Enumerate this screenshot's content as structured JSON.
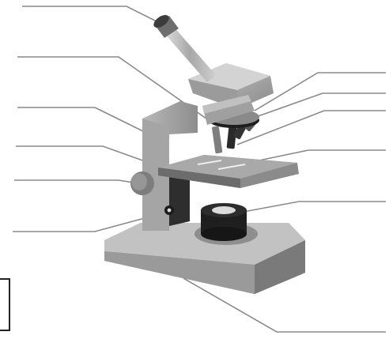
{
  "diagram": {
    "subject": "microscope-icon",
    "colors": {
      "body": "#9b9b9b",
      "body_light": "#c4c4c4",
      "body_dark": "#6f6f6f",
      "base_top": "#bdbdbd",
      "stage": "#8c8c8c",
      "leader_line": "#8a8a8a",
      "objective": "#2b2b2b"
    },
    "labels": [
      {
        "name": "eyepiece",
        "text": ""
      },
      {
        "name": "body-tube",
        "text": ""
      },
      {
        "name": "arm",
        "text": ""
      },
      {
        "name": "stage",
        "text": ""
      },
      {
        "name": "coarse-focus-knob",
        "text": ""
      },
      {
        "name": "fine-focus-knob",
        "text": ""
      },
      {
        "name": "revolving-nosepiece",
        "text": ""
      },
      {
        "name": "objective-lenses",
        "text": ""
      },
      {
        "name": "stage-clips",
        "text": ""
      },
      {
        "name": "stage-right",
        "text": ""
      },
      {
        "name": "light-source",
        "text": ""
      },
      {
        "name": "base",
        "text": ""
      }
    ]
  }
}
